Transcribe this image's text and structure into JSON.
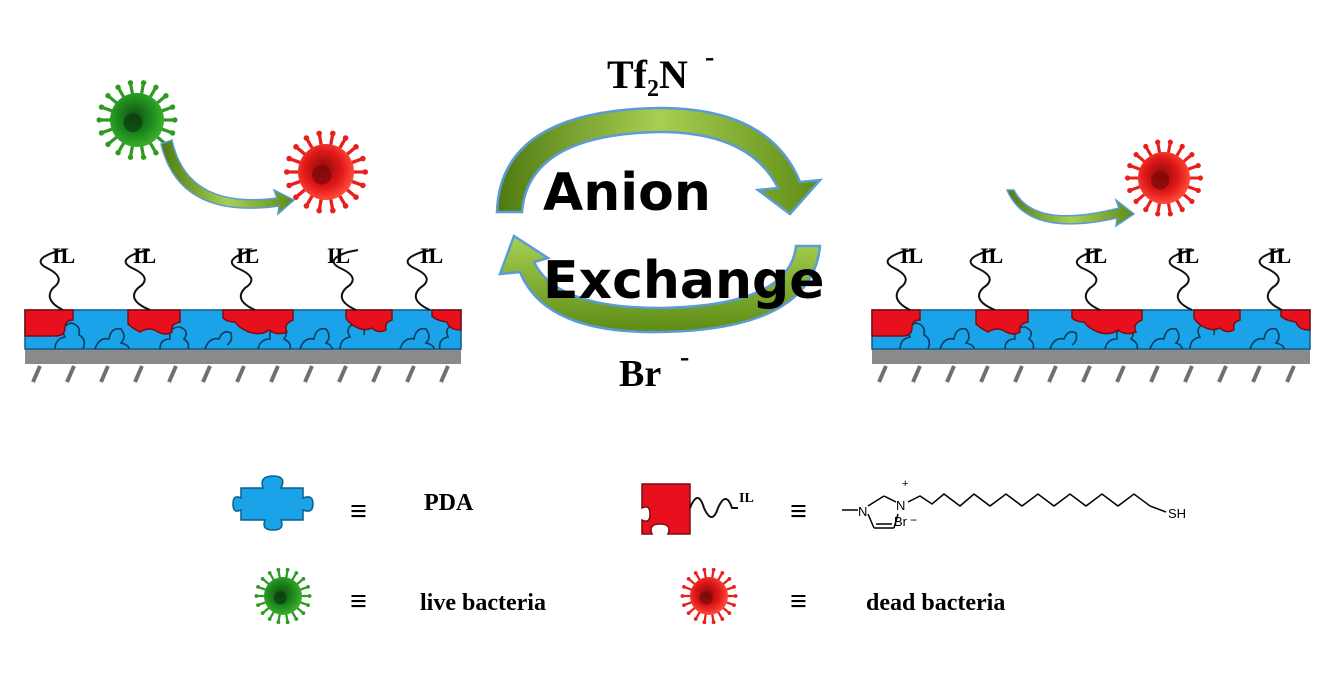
{
  "colors": {
    "pda": "#1aa3e8",
    "il_polymer": "#e8101c",
    "substrate": "#8a8a8a",
    "hatch": "#707070",
    "live_bacteria": "#1e8a1e",
    "dead_bacteria": "#e01818",
    "arrow_green": "#7fae2a",
    "arrow_outline": "#5c9bd6",
    "text": "#000000"
  },
  "cycle": {
    "top_anion": "Tf₂N",
    "top_anion_charge": "-",
    "line1": "Anion",
    "line2": "Exchange",
    "bottom_anion": "Br",
    "bottom_anion_charge": "-"
  },
  "left_panel": {
    "chain_labels": [
      "IL",
      "IL",
      "IL",
      "IL",
      "IL"
    ]
  },
  "right_panel": {
    "chain_labels": [
      "IL",
      "IL",
      "IL",
      "IL",
      "IL"
    ]
  },
  "legend": {
    "equiv": "≡",
    "pda_label": "PDA",
    "il_tag": "IL",
    "live_label": "live bacteria",
    "dead_label": "dead bacteria",
    "structure": {
      "n_methyl": "N",
      "n_cation": "N",
      "plus": "+",
      "bromide": "Br",
      "minus": "−",
      "thiol": "SH"
    }
  }
}
